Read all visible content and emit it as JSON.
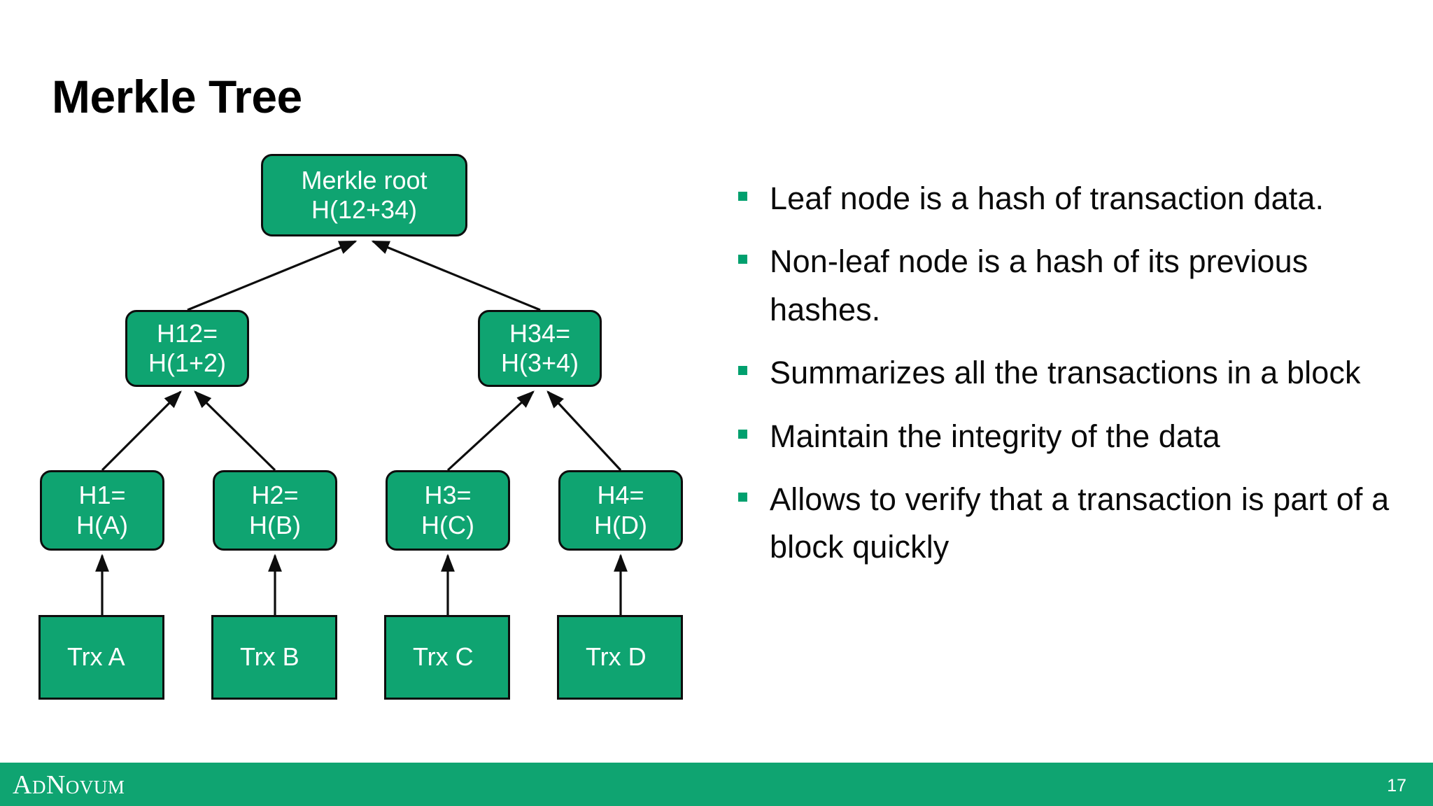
{
  "slide": {
    "title": "Merkle Tree",
    "page_number": "17",
    "brand_green": "#0FA471",
    "bullet_green": "#00A06E",
    "node_text_color": "#FFFFFF",
    "node_border_color": "#0D0D0D"
  },
  "diagram": {
    "name": "merkle-tree-diagram",
    "nodes": {
      "root": {
        "line1": "Merkle root",
        "line2": "H(12+34)"
      },
      "h12": {
        "line1": "H12=",
        "line2": "H(1+2)"
      },
      "h34": {
        "line1": "H34=",
        "line2": "H(3+4)"
      },
      "h1": {
        "line1": "H1=",
        "line2": "H(A)"
      },
      "h2": {
        "line1": "H2=",
        "line2": "H(B)"
      },
      "h3": {
        "line1": "H3=",
        "line2": "H(C)"
      },
      "h4": {
        "line1": "H4=",
        "line2": "H(D)"
      },
      "trx_a": {
        "label": "Trx A"
      },
      "trx_b": {
        "label": "Trx B"
      },
      "trx_c": {
        "label": "Trx C"
      },
      "trx_d": {
        "label": "Trx D"
      }
    }
  },
  "bullets": [
    {
      "text": "Leaf node is a hash of transaction data."
    },
    {
      "text": "Non-leaf node is a hash of its previous hashes."
    },
    {
      "text": "Summarizes all the transactions in a block"
    },
    {
      "text": "Maintain the integrity of the data"
    },
    {
      "text": "Allows to verify that a transaction is part of a block quickly"
    }
  ],
  "footer": {
    "logo_part1": "A",
    "logo_part2": "D",
    "logo_part3": "N",
    "logo_part4": "OVUM",
    "logo_full": "AdNovum"
  }
}
